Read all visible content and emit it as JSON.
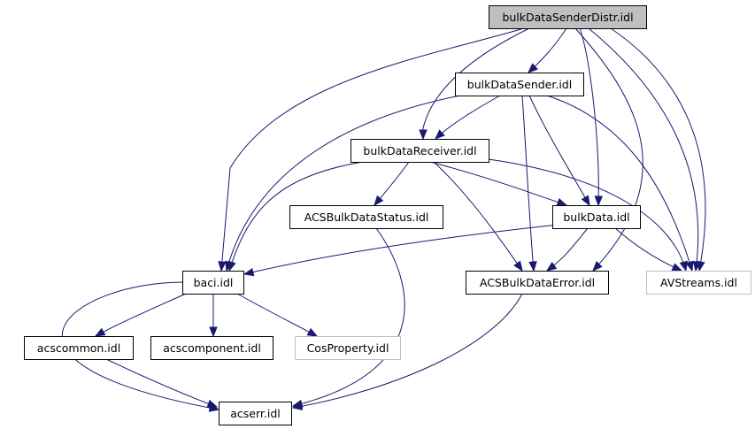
{
  "graph": {
    "nodes": {
      "root": {
        "label": "bulkDataSenderDistr.idl",
        "kind": "root",
        "fill": "#bfbfbf",
        "stroke": "#000000"
      },
      "sender": {
        "label": "bulkDataSender.idl",
        "kind": "normal",
        "fill": "#ffffff",
        "stroke": "#000000"
      },
      "receiver": {
        "label": "bulkDataReceiver.idl",
        "kind": "normal",
        "fill": "#ffffff",
        "stroke": "#000000"
      },
      "status": {
        "label": "ACSBulkDataStatus.idl",
        "kind": "normal",
        "fill": "#ffffff",
        "stroke": "#000000"
      },
      "bulkdata": {
        "label": "bulkData.idl",
        "kind": "normal",
        "fill": "#ffffff",
        "stroke": "#000000"
      },
      "baci": {
        "label": "baci.idl",
        "kind": "normal",
        "fill": "#ffffff",
        "stroke": "#000000"
      },
      "error": {
        "label": "ACSBulkDataError.idl",
        "kind": "normal",
        "fill": "#ffffff",
        "stroke": "#000000"
      },
      "avstreams": {
        "label": "AVStreams.idl",
        "kind": "external",
        "fill": "#ffffff",
        "stroke": "#bfbfbf"
      },
      "acscommon": {
        "label": "acscommon.idl",
        "kind": "normal",
        "fill": "#ffffff",
        "stroke": "#000000"
      },
      "acscomponent": {
        "label": "acscomponent.idl",
        "kind": "normal",
        "fill": "#ffffff",
        "stroke": "#000000"
      },
      "cosproperty": {
        "label": "CosProperty.idl",
        "kind": "external",
        "fill": "#ffffff",
        "stroke": "#bfbfbf"
      },
      "acserr": {
        "label": "acserr.idl",
        "kind": "normal",
        "fill": "#ffffff",
        "stroke": "#000000"
      }
    },
    "edges": [
      {
        "from": "root",
        "to": "sender"
      },
      {
        "from": "root",
        "to": "receiver"
      },
      {
        "from": "root",
        "to": "baci"
      },
      {
        "from": "root",
        "to": "bulkdata"
      },
      {
        "from": "root",
        "to": "error"
      },
      {
        "from": "root",
        "to": "avstreams"
      },
      {
        "from": "root",
        "to": "avstreams"
      },
      {
        "from": "sender",
        "to": "receiver"
      },
      {
        "from": "sender",
        "to": "baci"
      },
      {
        "from": "sender",
        "to": "error"
      },
      {
        "from": "sender",
        "to": "bulkdata"
      },
      {
        "from": "sender",
        "to": "avstreams"
      },
      {
        "from": "receiver",
        "to": "status"
      },
      {
        "from": "receiver",
        "to": "bulkdata"
      },
      {
        "from": "receiver",
        "to": "baci"
      },
      {
        "from": "receiver",
        "to": "error"
      },
      {
        "from": "receiver",
        "to": "avstreams"
      },
      {
        "from": "status",
        "to": "acserr"
      },
      {
        "from": "bulkdata",
        "to": "baci"
      },
      {
        "from": "bulkdata",
        "to": "error"
      },
      {
        "from": "bulkdata",
        "to": "avstreams"
      },
      {
        "from": "baci",
        "to": "acscommon"
      },
      {
        "from": "baci",
        "to": "acscomponent"
      },
      {
        "from": "baci",
        "to": "cosproperty"
      },
      {
        "from": "baci",
        "to": "acserr"
      },
      {
        "from": "error",
        "to": "acserr"
      },
      {
        "from": "acscommon",
        "to": "acserr"
      }
    ],
    "edge_color": "#191970"
  }
}
